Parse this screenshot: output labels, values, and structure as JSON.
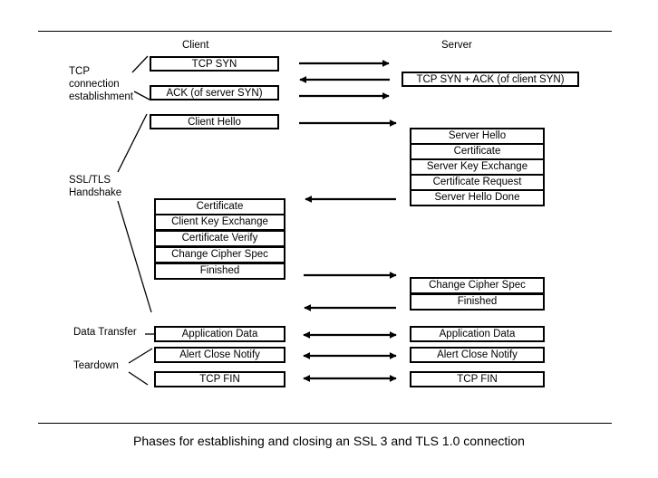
{
  "headers": {
    "client": "Client",
    "server": "Server"
  },
  "phases": {
    "tcp": [
      "TCP",
      "connection",
      "establishment"
    ],
    "ssl": [
      "SSL/TLS",
      "Handshake"
    ],
    "data": "Data Transfer",
    "teardown": "Teardown"
  },
  "messages": {
    "tcp_syn": "TCP SYN",
    "tcp_syn_ack": "TCP SYN + ACK (of client SYN)",
    "ack": "ACK (of server SYN)",
    "client_hello": "Client Hello",
    "server_flight": [
      "Server Hello",
      "Certificate",
      "Server Key Exchange",
      "Certificate Request",
      "Server Hello Done"
    ],
    "client_flight": [
      "Certificate",
      "Client Key Exchange",
      "Certificate Verify",
      "Change Cipher Spec",
      "Finished"
    ],
    "server_finish": [
      "Change Cipher Spec",
      "Finished"
    ],
    "app_data_client": "Application Data",
    "app_data_server": "Application Data",
    "alert_client": "Alert Close Notify",
    "alert_server": "Alert Close Notify",
    "fin_client": "TCP FIN",
    "fin_server": "TCP FIN"
  },
  "caption": "Phases for establishing and closing an SSL 3 and TLS 1.0 connection"
}
